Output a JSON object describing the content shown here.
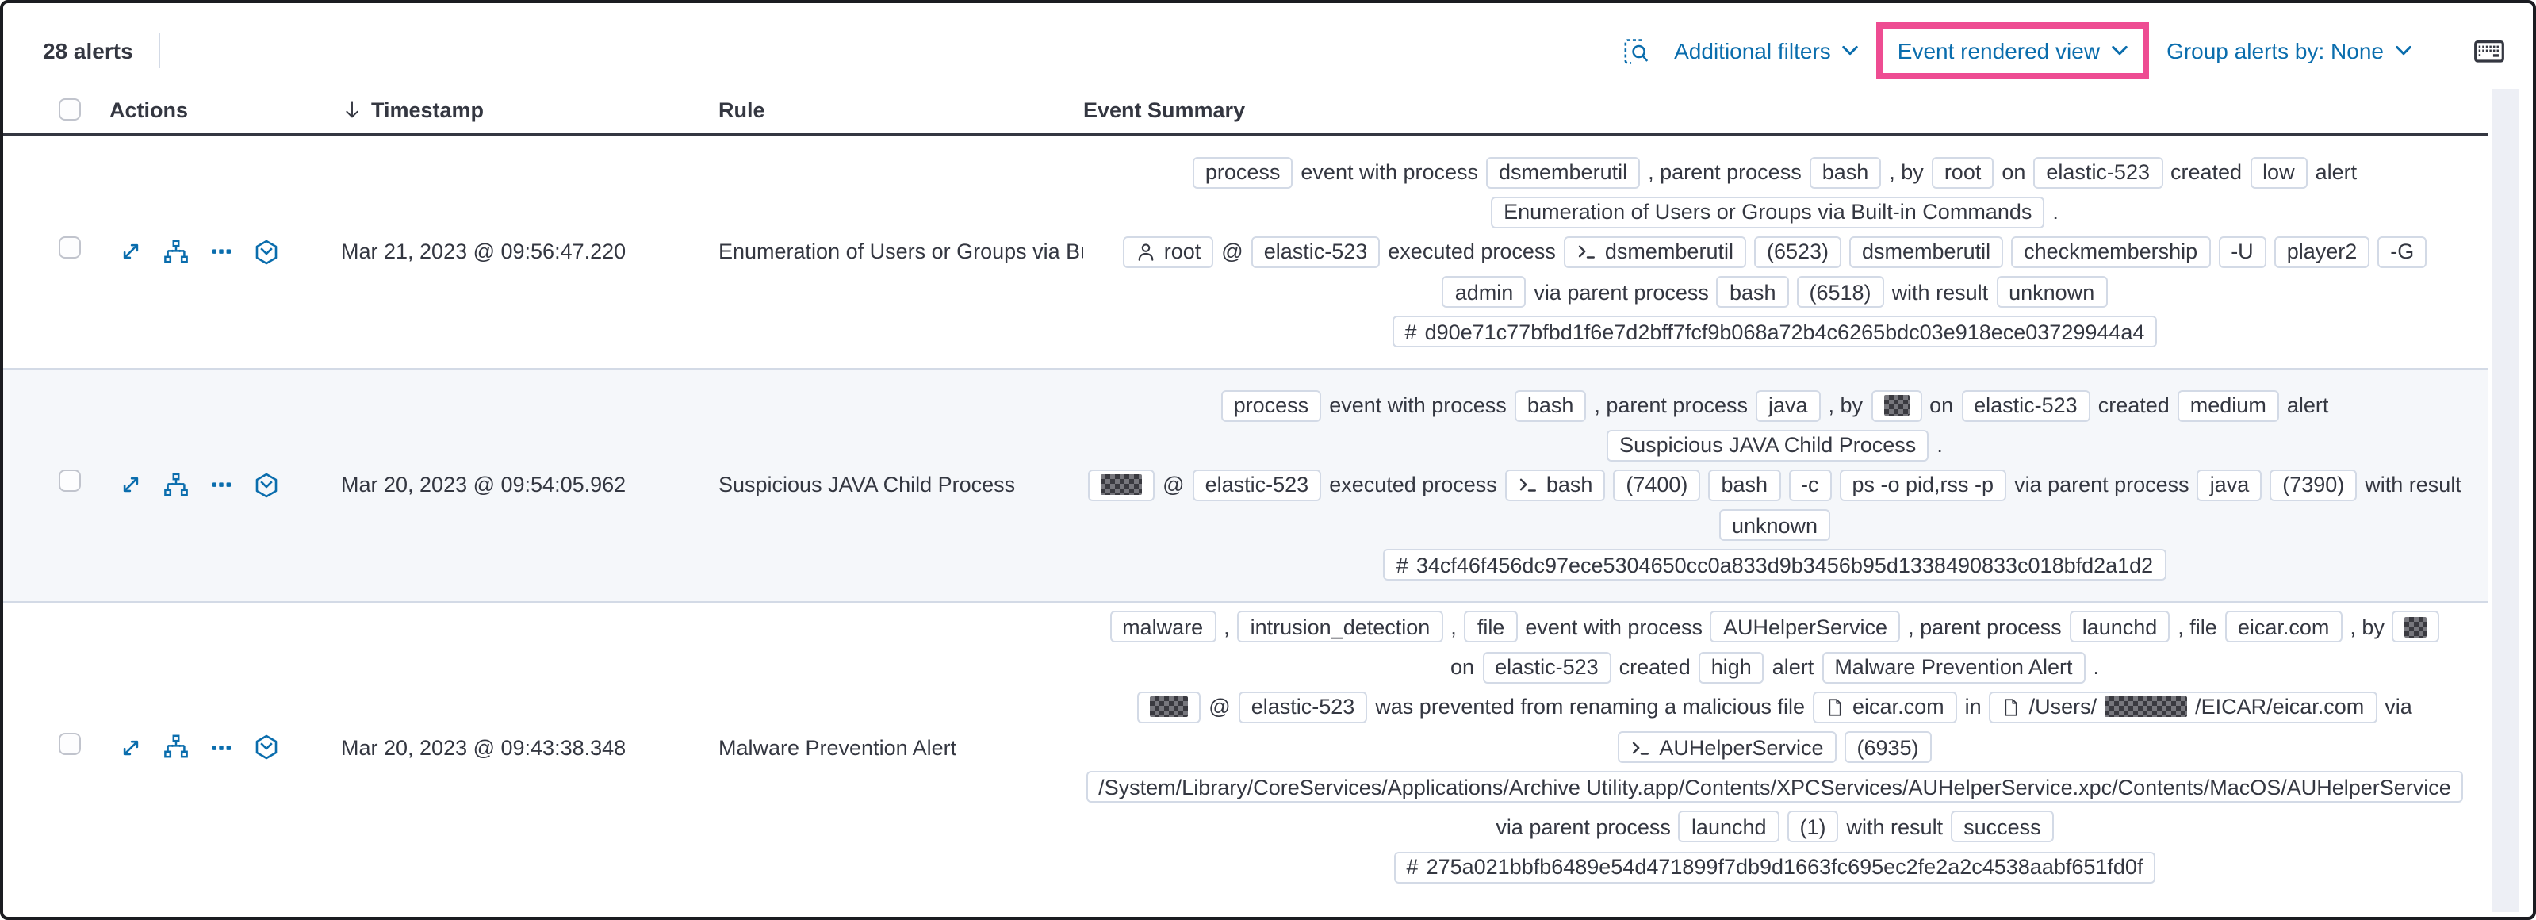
{
  "toolbar": {
    "alerts_count": "28 alerts",
    "additional_filters_label": "Additional filters",
    "view_selector_label": "Event rendered view",
    "group_alerts_label": "Group alerts by: None"
  },
  "table": {
    "columns": {
      "actions": "Actions",
      "timestamp": "Timestamp",
      "rule": "Rule",
      "event_summary": "Event Summary"
    }
  },
  "colors": {
    "accent_blue": "#0a6dad",
    "highlight_pink": "#ee4c92",
    "badge_border": "#d3dae6",
    "stripe_background": "#f5f7fa",
    "text_dark": "#343741"
  },
  "icons": [
    "inspect-icon",
    "keyboard-shortcuts-icon",
    "sort-descending-icon",
    "chevron-down-icon",
    "expand-icon",
    "analyze-event-icon",
    "more-actions-icon",
    "session-view-icon",
    "user-icon",
    "terminal-icon",
    "document-icon",
    "hash-prefix"
  ],
  "rows": [
    {
      "timestamp": "Mar 21, 2023 @ 09:56:47.220",
      "rule": "Enumeration of Users or Groups via Bui",
      "striped": false,
      "lines": [
        [
          {
            "b": "process"
          },
          {
            "t": "event with process"
          },
          {
            "b": "dsmemberutil"
          },
          {
            "t": ", parent process"
          },
          {
            "b": "bash"
          },
          {
            "t": ", by"
          },
          {
            "b": "root"
          },
          {
            "t": "on"
          },
          {
            "b": "elastic-523"
          },
          {
            "t": "created"
          },
          {
            "b": "low"
          },
          {
            "t": "alert"
          }
        ],
        [
          {
            "b": "Enumeration of Users or Groups via Built-in Commands"
          },
          {
            "t": "."
          }
        ],
        [
          {
            "b": "root",
            "icon": "user"
          },
          {
            "t": "@"
          },
          {
            "b": "elastic-523"
          },
          {
            "t": "executed process"
          },
          {
            "b": "dsmemberutil",
            "icon": "terminal"
          },
          {
            "b": "(6523)"
          },
          {
            "b": "dsmemberutil"
          },
          {
            "b": "checkmembership"
          },
          {
            "b": "-U"
          },
          {
            "b": "player2"
          },
          {
            "b": "-G"
          }
        ],
        [
          {
            "b": "admin"
          },
          {
            "t": "via parent process"
          },
          {
            "b": "bash"
          },
          {
            "b": "(6518)"
          },
          {
            "t": "with result"
          },
          {
            "b": "unknown"
          }
        ],
        [
          {
            "b": "d90e71c77bfbd1f6e7d2bff7fcf9b068a72b4c6265bdc03e918ece03729944a4",
            "icon": "hash"
          }
        ]
      ]
    },
    {
      "timestamp": "Mar 20, 2023 @ 09:54:05.962",
      "rule": "Suspicious JAVA Child Process",
      "striped": true,
      "lines": [
        [
          {
            "b": "process"
          },
          {
            "t": "event with process"
          },
          {
            "b": "bash"
          },
          {
            "t": ", parent process"
          },
          {
            "b": "java"
          },
          {
            "t": ", by"
          },
          {
            "r": 16
          },
          {
            "t": "on"
          },
          {
            "b": "elastic-523"
          },
          {
            "t": "created"
          },
          {
            "b": "medium"
          },
          {
            "t": "alert"
          }
        ],
        [
          {
            "b": "Suspicious JAVA Child Process"
          },
          {
            "t": "."
          }
        ],
        [
          {
            "r": 26
          },
          {
            "t": "@"
          },
          {
            "b": "elastic-523"
          },
          {
            "t": "executed process"
          },
          {
            "b": "bash",
            "icon": "terminal"
          },
          {
            "b": "(7400)"
          },
          {
            "b": "bash"
          },
          {
            "b": "-c"
          },
          {
            "b": "ps -o pid,rss -p"
          },
          {
            "t": "via parent process"
          },
          {
            "b": "java"
          },
          {
            "b": "(7390)"
          },
          {
            "t": "with result"
          }
        ],
        [
          {
            "b": "unknown"
          }
        ],
        [
          {
            "b": "34cf46f456dc97ece5304650cc0a833d9b3456b95d1338490833c018bfd2a1d2",
            "icon": "hash"
          }
        ]
      ]
    },
    {
      "timestamp": "Mar 20, 2023 @ 09:43:38.348",
      "rule": "Malware Prevention Alert",
      "striped": false,
      "lines": [
        [
          {
            "b": "malware"
          },
          {
            "t": ","
          },
          {
            "b": "intrusion_detection"
          },
          {
            "t": ","
          },
          {
            "b": "file"
          },
          {
            "t": "event with process"
          },
          {
            "b": "AUHelperService"
          },
          {
            "t": ", parent process"
          },
          {
            "b": "launchd"
          },
          {
            "t": ", file"
          },
          {
            "b": "eicar.com"
          },
          {
            "t": ", by"
          },
          {
            "r": 14
          }
        ],
        [
          {
            "t": "on"
          },
          {
            "b": "elastic-523"
          },
          {
            "t": "created"
          },
          {
            "b": "high"
          },
          {
            "t": "alert"
          },
          {
            "b": "Malware Prevention Alert"
          },
          {
            "t": "."
          }
        ],
        [
          {
            "r": 24
          },
          {
            "t": "@"
          },
          {
            "b": "elastic-523"
          },
          {
            "t": "was prevented from renaming a malicious file"
          },
          {
            "b": "eicar.com",
            "icon": "document"
          },
          {
            "t": "in"
          },
          {
            "parts": [
              {
                "t": "/Users/"
              },
              {
                "r": 52
              },
              {
                "t": "/EICAR/eicar.com"
              }
            ],
            "icon": "document"
          },
          {
            "t": "via"
          }
        ],
        [
          {
            "b": "AUHelperService",
            "icon": "terminal"
          },
          {
            "b": "(6935)"
          }
        ],
        [
          {
            "b": "/System/Library/CoreServices/Applications/Archive Utility.app/Contents/XPCServices/AUHelperService.xpc/Contents/MacOS/AUHelperService"
          }
        ],
        [
          {
            "t": "via parent process"
          },
          {
            "b": "launchd"
          },
          {
            "b": "(1)"
          },
          {
            "t": "with result"
          },
          {
            "b": "success"
          }
        ],
        [
          {
            "b": "275a021bbfb6489e54d471899f7db9d1663fc695ec2fe2a2c4538aabf651fd0f",
            "icon": "hash"
          }
        ]
      ]
    }
  ]
}
